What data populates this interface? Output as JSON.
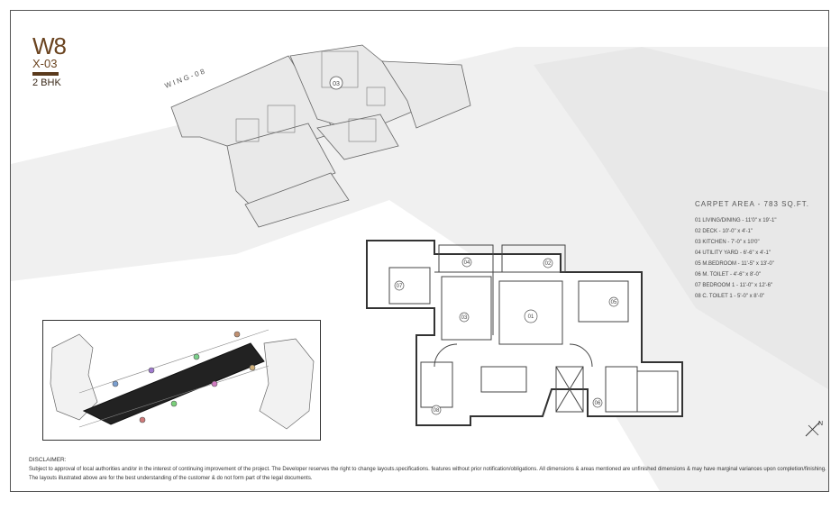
{
  "header": {
    "wing": "W8",
    "unit": "X-03",
    "type": "2 BHK"
  },
  "wing_plan": {
    "label": "W I N G - 0 8",
    "unit_marker": "03"
  },
  "legend": {
    "carpet_area": "CARPET AREA - 783 SQ.FT.",
    "rooms": [
      "01 LIVING/DINING - 11'0\" x 19'-1\"",
      "02 DECK - 10'-0\" x 4'-1\"",
      "03 KITCHEN - 7'-0\" x 10'0\"",
      "04 UTILITY YARD - 6'-6\" x 4'-1\"",
      "05 M.BEDROOM - 11'-5\" x 13'-0\"",
      "06 M. TOILET - 4'-6\" x 8'-0\"",
      "07 BEDROOM 1 - 11'-0\" x 12'-6\"",
      "08 C. TOILET 1 - 5'-0\" x 8'-0\""
    ]
  },
  "floor_plan": {
    "room_markers": [
      "01",
      "02",
      "03",
      "04",
      "05",
      "06",
      "07",
      "08"
    ]
  },
  "north_label": "N",
  "disclaimer": {
    "heading": "DISCLAIMER:",
    "text": "Subject to approval of local authorities and/or in the interest of continuing improvement of the project. The Developer reserves the right to change layouts.specifications. features without prior notification/obligations. All dimensions & areas mentioned are unfinished dimensions & may have marginal variances upon completion/finishing. The layouts illustrated above are for the best understanding of the customer & do not form part of the legal documents."
  },
  "colors": {
    "brand": "#6b4420",
    "accent_bar": "#5a3a1c",
    "line": "#555555",
    "fill": "#eeeeee"
  }
}
